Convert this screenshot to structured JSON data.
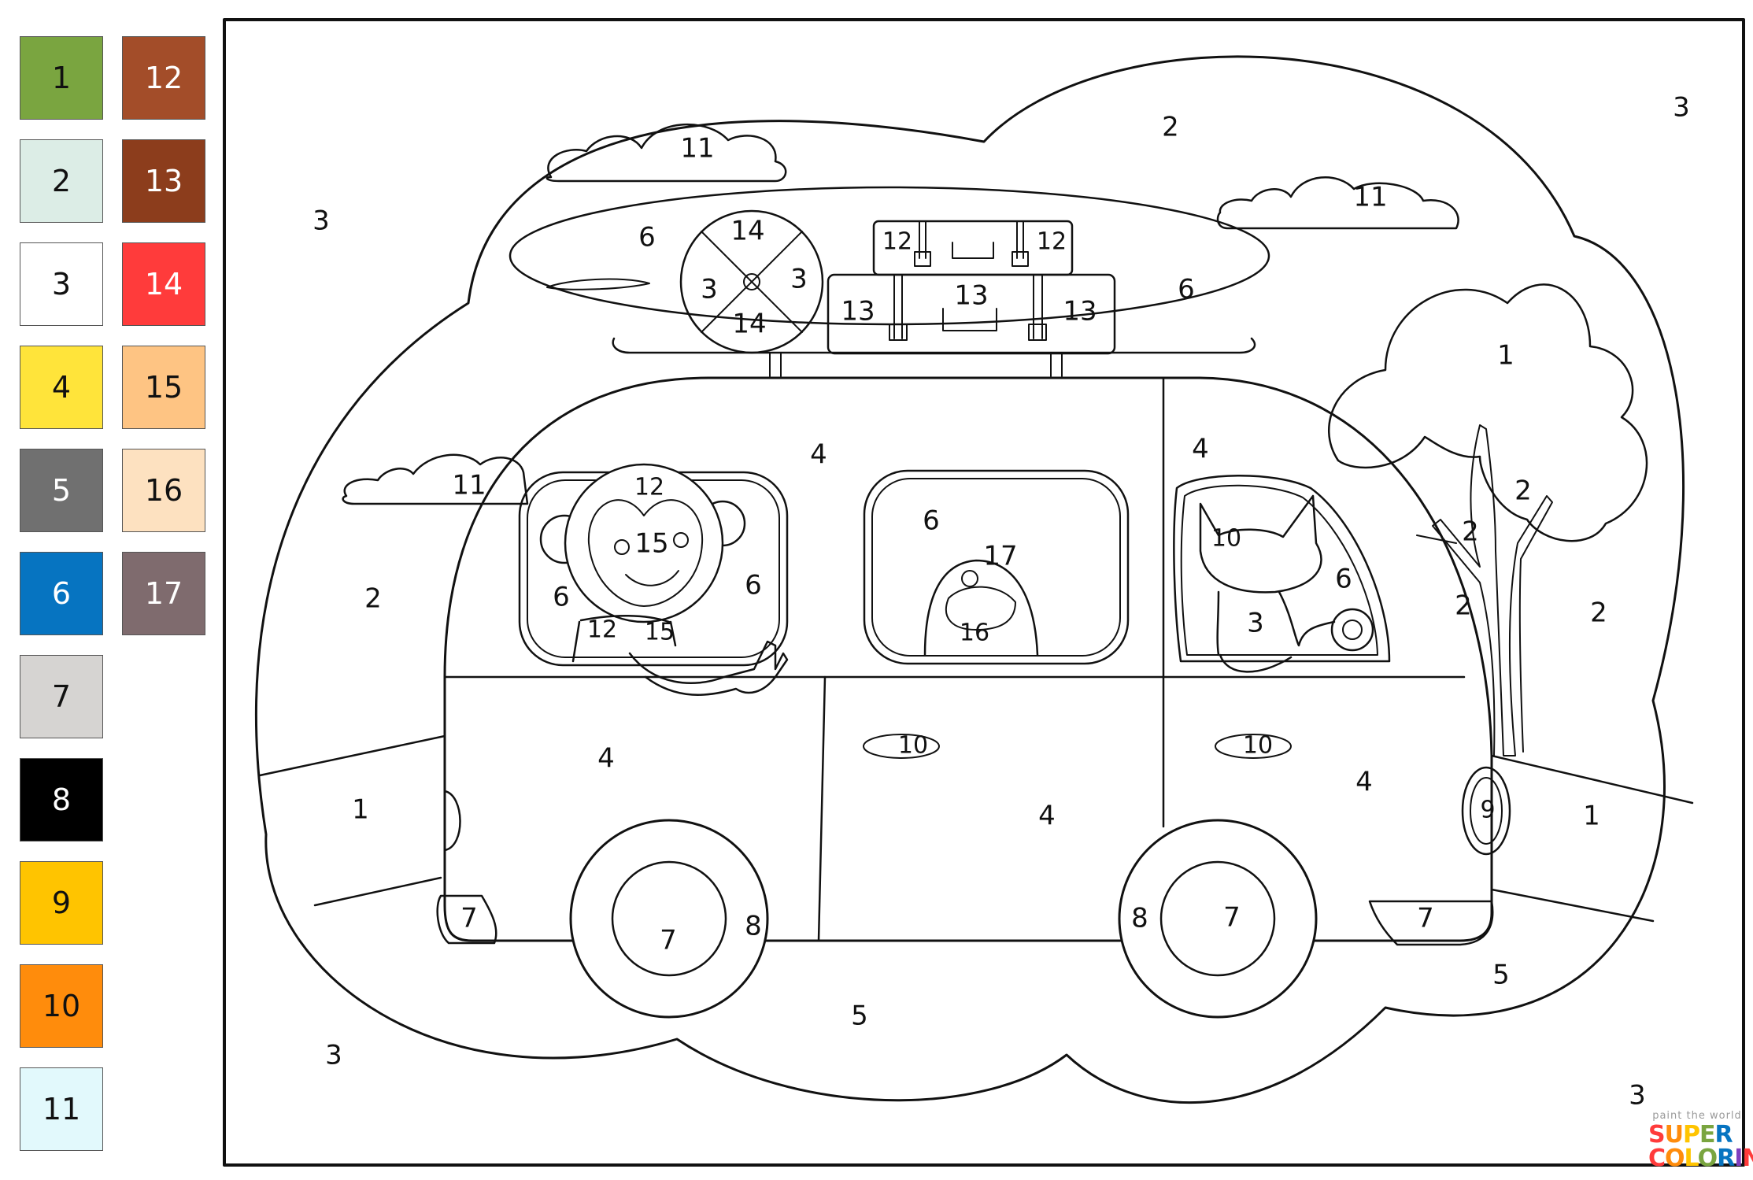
{
  "palette": [
    {
      "number": "1",
      "color": "#7aa540"
    },
    {
      "number": "2",
      "color": "#dcede6"
    },
    {
      "number": "3",
      "color": "#ffffff"
    },
    {
      "number": "4",
      "color": "#ffe43a"
    },
    {
      "number": "5",
      "color": "#707070"
    },
    {
      "number": "6",
      "color": "#0674c1"
    },
    {
      "number": "7",
      "color": "#d6d4d2"
    },
    {
      "number": "8",
      "color": "#000000"
    },
    {
      "number": "9",
      "color": "#ffc400"
    },
    {
      "number": "10",
      "color": "#ff8c0c"
    },
    {
      "number": "11",
      "color": "#e2f9fc"
    },
    {
      "number": "12",
      "color": "#a34d29"
    },
    {
      "number": "13",
      "color": "#8c3d1c"
    },
    {
      "number": "14",
      "color": "#ff3b3b"
    },
    {
      "number": "15",
      "color": "#fec483"
    },
    {
      "number": "16",
      "color": "#fde1c0"
    },
    {
      "number": "17",
      "color": "#7f6b6e"
    }
  ],
  "region_labels": {
    "bg_3_a": "3",
    "bg_3_b": "3",
    "bg_3_c": "3",
    "bg_3_d": "3",
    "sky_2_a": "2",
    "sky_2_b": "2",
    "sky_2_c": "2",
    "cloud_11_a": "11",
    "cloud_11_b": "11",
    "cloud_11_c": "11",
    "board_6_a": "6",
    "board_6_b": "6",
    "wheel_14_a": "14",
    "wheel_14_b": "14",
    "wheel_3_a": "3",
    "wheel_3_b": "3",
    "case_12_a": "12",
    "case_12_b": "12",
    "case_13_a": "13",
    "case_13_b": "13",
    "case_13_c": "13",
    "tree_1": "1",
    "trunk_2_a": "2",
    "trunk_2_b": "2",
    "trunk_2_c": "2",
    "van_4_a": "4",
    "van_4_b": "4",
    "van_4_c": "4",
    "van_4_d": "4",
    "van_4_e": "4",
    "win_6_a": "6",
    "win_6_b": "6",
    "win_6_c": "6",
    "win_6_d": "6",
    "monkey_12_a": "12",
    "monkey_12_b": "12",
    "monkey_15_a": "15",
    "monkey_15_b": "15",
    "bird_17": "17",
    "bird_16": "16",
    "cat_10": "10",
    "cat_3": "3",
    "handle_10_a": "10",
    "handle_10_b": "10",
    "grass_1_a": "1",
    "grass_1_b": "1",
    "light_9": "9",
    "bumper_7_a": "7",
    "bumper_7_b": "7",
    "hub_7_a": "7",
    "hub_7_b": "7",
    "tire_8_a": "8",
    "tire_8_b": "8",
    "road_5_a": "5",
    "road_5_b": "5"
  },
  "logo": {
    "tagline": "paint the world",
    "line1": "SUPER",
    "line2": "COLORING"
  }
}
